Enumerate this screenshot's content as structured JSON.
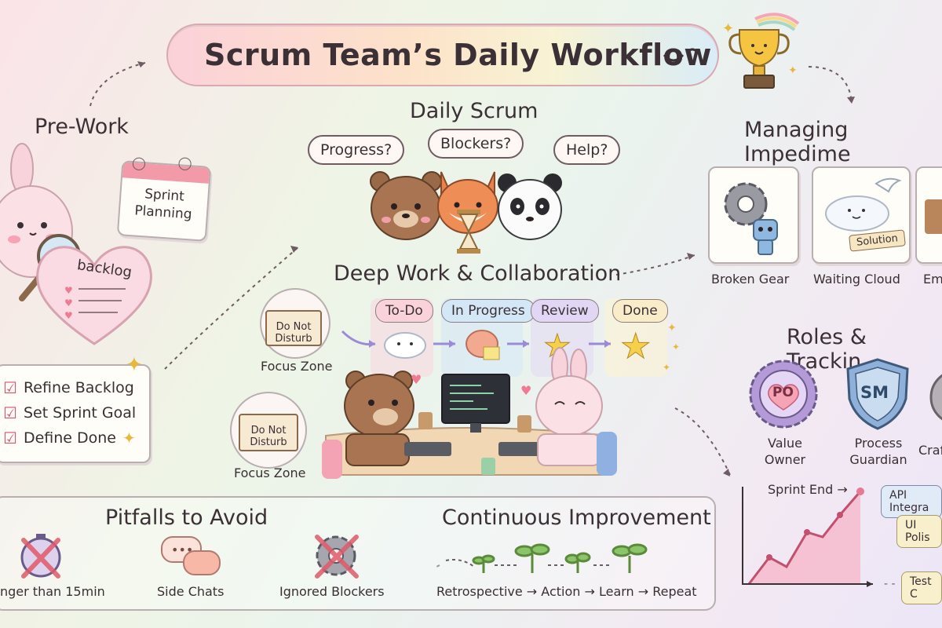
{
  "title": "Scrum Team’s Daily Workflow",
  "pre_work": {
    "heading": "Pre-Work",
    "calendar_line1": "Sprint",
    "calendar_line2": "Planning",
    "backlog_label": "backlog",
    "checklist": [
      "Refine Backlog",
      "Set Sprint Goal",
      "Define Done"
    ]
  },
  "daily_scrum": {
    "heading": "Daily Scrum",
    "bubbles": [
      "Progress?",
      "Blockers?",
      "Help?"
    ]
  },
  "deep_work": {
    "heading": "Deep Work & Collaboration",
    "sign_line1": "Do Not",
    "sign_line2": "Disturb",
    "focus_zone": "Focus Zone",
    "columns": [
      "To-Do",
      "In Progress",
      "Review",
      "Done"
    ]
  },
  "impediments": {
    "heading": "Managing Impedime",
    "cards": [
      "Broken Gear",
      "Waiting Cloud",
      "Em"
    ],
    "solution_tag": "Solution"
  },
  "roles": {
    "heading": "Roles & Trackin",
    "badges": [
      {
        "abbr": "PO",
        "line1": "Value",
        "line2": "Owner",
        "color": "#b59ad8"
      },
      {
        "abbr": "SM",
        "line1": "Process",
        "line2": "Guardian",
        "color": "#8fb0d8"
      },
      {
        "abbr": "",
        "line1": "Craf",
        "line2": "",
        "color": "#b7b0b6"
      }
    ]
  },
  "tracking": {
    "sprint_end": "Sprint End →",
    "tasks": [
      "API Integra",
      "UI Polis",
      "Test C"
    ]
  },
  "pitfalls": {
    "heading": "Pitfalls to Avoid",
    "items": [
      "nger than 15min",
      "Side Chats",
      "Ignored Blockers"
    ]
  },
  "improvement": {
    "heading": "Continuous Improvement",
    "cycle": "Retrospective → Action → Learn → Repeat"
  }
}
